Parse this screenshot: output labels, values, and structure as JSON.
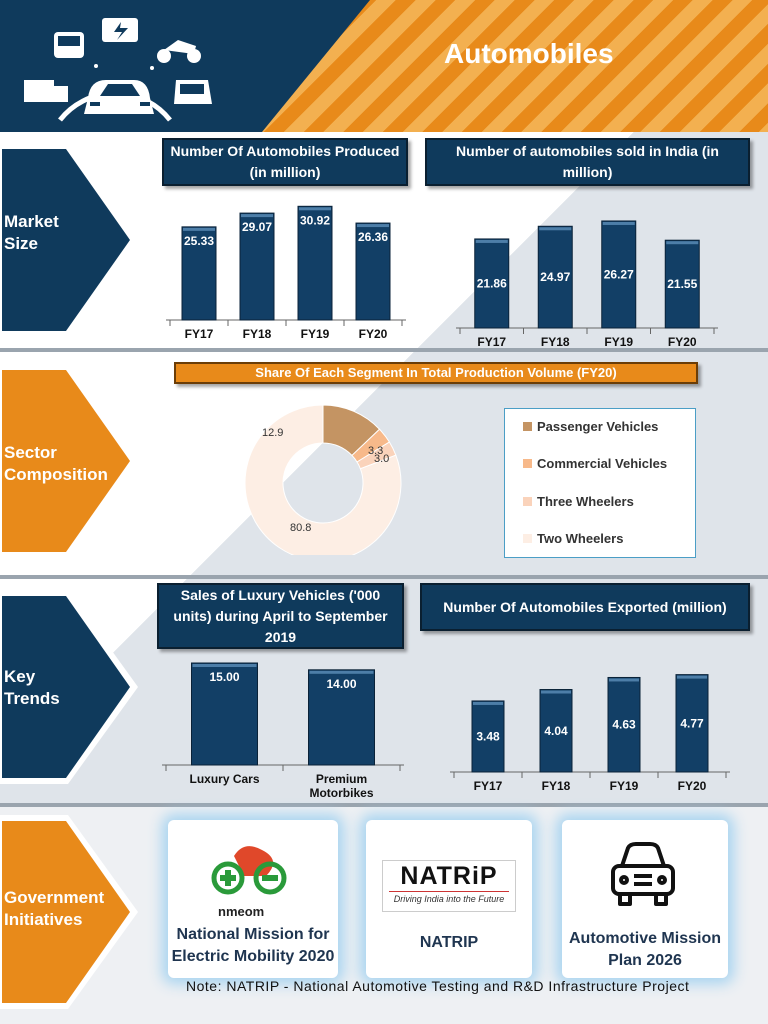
{
  "header": {
    "title": "Automobiles"
  },
  "sections": {
    "market_size": "Market\nSize",
    "sector_composition": "Sector\nComposition",
    "key_trends": "Key\nTrends",
    "government_initiatives": "Government\nInitiatives"
  },
  "colors": {
    "navy": "#0f3a5c",
    "orange": "#e88a1a",
    "bar": "#123f66"
  },
  "chart_data": [
    {
      "type": "bar",
      "title": "Number Of Automobiles Produced (in million)",
      "categories": [
        "FY17",
        "FY18",
        "FY19",
        "FY20"
      ],
      "values": [
        25.33,
        29.07,
        30.92,
        26.36
      ],
      "ylim": [
        0,
        31
      ]
    },
    {
      "type": "bar",
      "title": "Number of automobiles sold in India (in million)",
      "categories": [
        "FY17",
        "FY18",
        "FY19",
        "FY20"
      ],
      "values": [
        21.86,
        24.97,
        26.27,
        21.55
      ],
      "ylim": [
        0,
        27
      ]
    },
    {
      "type": "pie",
      "title": "Share Of Each Segment In Total Production Volume (FY20)",
      "categories": [
        "Passenger Vehicles",
        "Commercial Vehicles",
        "Three Wheelers",
        "Two Wheelers"
      ],
      "values": [
        12.9,
        3.3,
        3.0,
        80.8
      ],
      "colors": [
        "#c49463",
        "#f7b98a",
        "#fad3bb",
        "#fdeee4"
      ],
      "legend": "right"
    },
    {
      "type": "bar",
      "title": "Sales of Luxury Vehicles ('000 units) during April to September 2019",
      "categories": [
        "Luxury Cars",
        "Premium\nMotorbikes"
      ],
      "values": [
        15.0,
        14.0
      ]
    },
    {
      "type": "bar",
      "title": "Number Of Automobiles Exported (million)",
      "categories": [
        "FY17",
        "FY18",
        "FY19",
        "FY20"
      ],
      "values": [
        3.48,
        4.04,
        4.63,
        4.77
      ],
      "ylim": [
        0,
        4.8
      ]
    }
  ],
  "initiatives": [
    {
      "logo_text": "nmeom",
      "caption": "National Mission for\nElectric Mobility 2020"
    },
    {
      "logo_text": "NATRiP",
      "logo_tagline": "Driving India into the Future",
      "caption": "NATRIP"
    },
    {
      "caption": "Automotive Mission\nPlan 2026"
    }
  ],
  "note": "Note: NATRIP - National Automotive Testing and R&D Infrastructure Project"
}
